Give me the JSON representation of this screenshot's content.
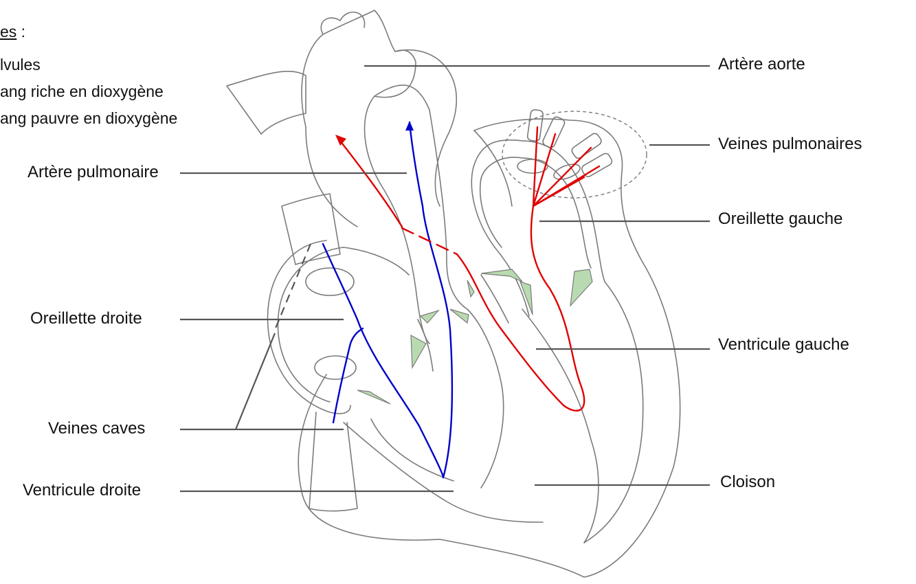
{
  "legend": {
    "title": "es",
    "title_suffix": " :",
    "items": [
      "lvules",
      "ang riche en dioxygène",
      "ang pauvre en dioxygène"
    ]
  },
  "labels": {
    "artere_aorte": "Artère aorte",
    "veines_pulmonaires": "Veines pulmonaires",
    "artere_pulmonaire": "Artère pulmonaire",
    "oreillette_gauche": "Oreillette gauche",
    "oreillette_droite": "Oreillette droite",
    "ventricule_gauche": "Ventricule gauche",
    "veines_caves": "Veines caves",
    "ventricule_droite": "Ventricule droite",
    "cloison": "Cloison"
  },
  "colors": {
    "outline": "#7a7a7a",
    "leader": "#555555",
    "valve": "#b9dab0",
    "oxygen_rich": "#e00000",
    "oxygen_poor": "#0000cc"
  }
}
